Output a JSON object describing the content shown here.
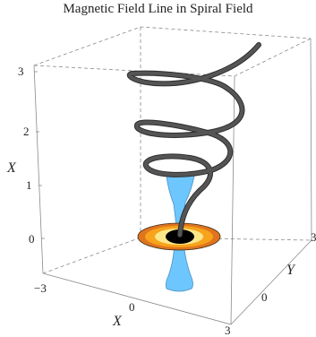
{
  "title": "Magnetic Field Line in Spiral Field",
  "axes": {
    "vertical_label": "X",
    "front_label": "X",
    "side_label": "Y",
    "vertical_ticks": [
      "0",
      "1",
      "2",
      "3"
    ],
    "front_ticks": [
      "−3",
      "0",
      "3"
    ],
    "side_ticks": [
      "0",
      "3"
    ]
  },
  "colors": {
    "box_edge": "#8a8a8a",
    "field_line": "#555555",
    "jet": "#6ec6ff",
    "disk_outer": "#e0741f",
    "disk_middle": "#f7a31c",
    "disk_inner": "#fde68a",
    "black_hole": "#000000"
  }
}
